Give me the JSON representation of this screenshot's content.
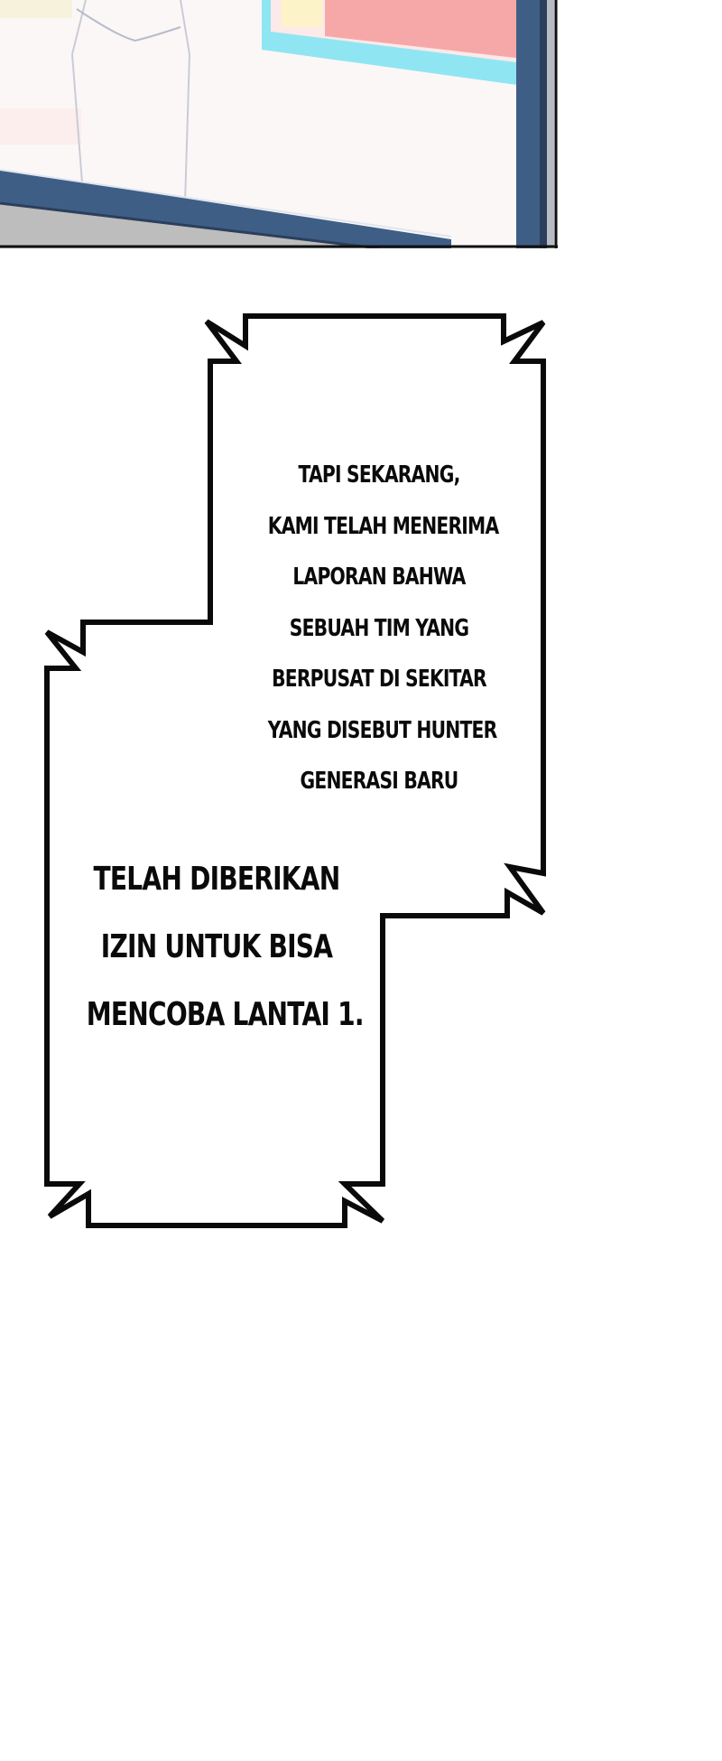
{
  "panel_top": {
    "description": "Bottom of previous comic panel showing a monitor with a white-clothed figure",
    "colors": {
      "screen_bg": "#fbf7f6",
      "frame_blue": "#3f5e86",
      "frame_dark": "#2b3f5c",
      "cyan_banner": "#8fe6f2",
      "red_banner": "#f6a8a8",
      "grey_floor": "#bdbdbd",
      "border": "#111111"
    }
  },
  "speech_bubble": {
    "style": "jagged stepped rectangle",
    "stroke_color": "#0a0a0a",
    "fill_color": "#ffffff",
    "upper_text": {
      "lines": [
        "TAPI SEKARANG,",
        "KAMI TELAH MENERIMA",
        "LAPORAN BAHWA",
        "SEBUAH TIM YANG",
        "BERPUSAT DI SEKITAR",
        "YANG DISEBUT HUNTER",
        "GENERASI BARU"
      ]
    },
    "lower_text": {
      "lines": [
        "TELAH DIBERIKAN",
        "IZIN UNTUK BISA",
        "MENCOBA LANTAI 1."
      ]
    }
  }
}
